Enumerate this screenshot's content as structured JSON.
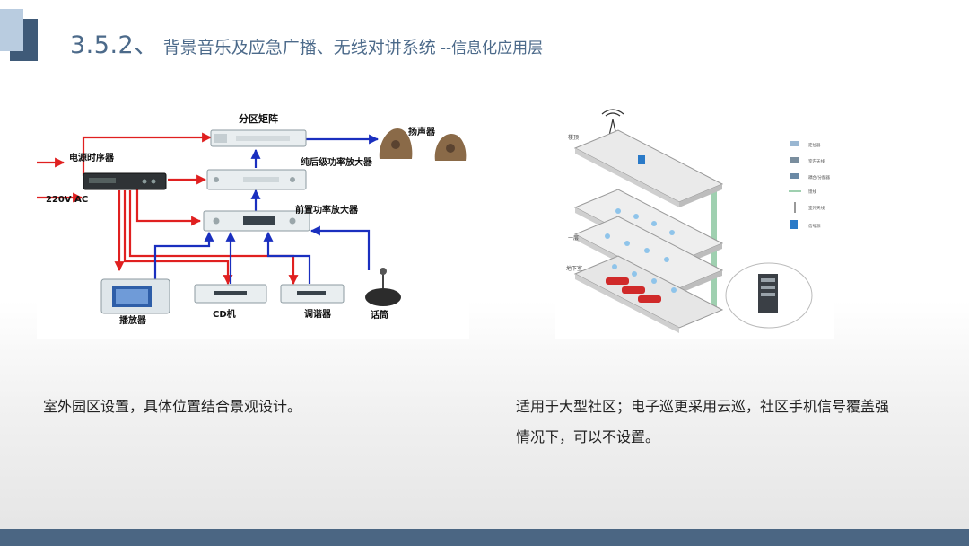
{
  "header": {
    "number": "3.5.2、",
    "title": "背景音乐及应急广播、无线对讲系统",
    "subtitle": "--信息化应用层"
  },
  "left_diagram": {
    "labels": {
      "zone_matrix": "分区矩阵",
      "speaker": "扬声器",
      "power_sequencer": "电源时序器",
      "rear_amp": "纯后级功率放大器",
      "ac_input": "220V AC",
      "preamp": "前置功率放大器",
      "player": "播放器",
      "cd": "CD机",
      "tuner": "调谐器",
      "mic": "话筒"
    },
    "colors": {
      "power_line": "#e02020",
      "signal_line": "#1a2fbf"
    }
  },
  "right_diagram": {
    "floor_labels": {
      "roof": "楼顶",
      "dots": "……",
      "first_floor": "一层",
      "basement": "地下室"
    },
    "legend": [
      "定位器",
      "室内天线",
      "耦合/分配器",
      "馈线",
      "室外天线",
      "信号源"
    ]
  },
  "captions": {
    "left": "室外园区设置，具体位置结合景观设计。",
    "right": "适用于大型社区；电子巡更采用云巡，社区手机信号覆盖强情况下，可以不设置。"
  }
}
